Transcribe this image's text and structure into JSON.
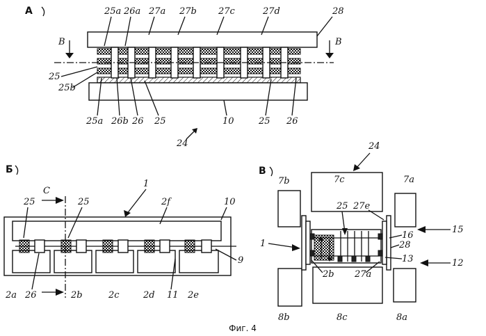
{
  "figure": {
    "caption": "Фиг. 4",
    "panels": {
      "a": {
        "label": "А",
        "section_mark": "B",
        "callouts": [
          "25a",
          "26a",
          "27a",
          "27b",
          "27c",
          "27d",
          "28",
          "25",
          "25b",
          "25a",
          "26b",
          "26",
          "25",
          "10",
          "25",
          "26",
          "24"
        ]
      },
      "b": {
        "label": "Б",
        "section_mark": "C",
        "callouts": [
          "1",
          "25",
          "25",
          "2f",
          "10",
          "9",
          "2a",
          "26",
          "2b",
          "2c",
          "2d",
          "11",
          "2e"
        ]
      },
      "v": {
        "label": "В",
        "callouts": [
          "24",
          "7b",
          "7c",
          "7a",
          "25",
          "27e",
          "16",
          "15",
          "1",
          "28",
          "13",
          "12",
          "2b",
          "27a",
          "8b",
          "8c",
          "8a"
        ]
      }
    }
  }
}
